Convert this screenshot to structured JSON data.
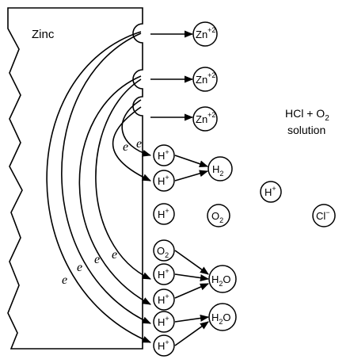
{
  "metal_label": "Zinc",
  "solution_label": {
    "line1": "HCl + O",
    "sub": "2",
    "line2": "solution"
  },
  "zinc_ions": [
    {
      "base": "Zn",
      "sup": "+2"
    },
    {
      "base": "Zn",
      "sup": "+2"
    },
    {
      "base": "Zn",
      "sup": "+2"
    }
  ],
  "electron_symbol": "e",
  "surface_species": {
    "h_plus": {
      "base": "H",
      "sup": "+"
    },
    "o2": {
      "base": "O",
      "sub": "2"
    }
  },
  "products": {
    "h2": {
      "base": "H",
      "sub": "2"
    },
    "h2o": {
      "base": "H",
      "sub": "2",
      "tail": "O"
    }
  },
  "solution_species": {
    "h_plus": {
      "base": "H",
      "sup": "+"
    },
    "o2": {
      "base": "O",
      "sub": "2"
    },
    "cl_minus": {
      "base": "Cl",
      "sup": "−"
    }
  }
}
